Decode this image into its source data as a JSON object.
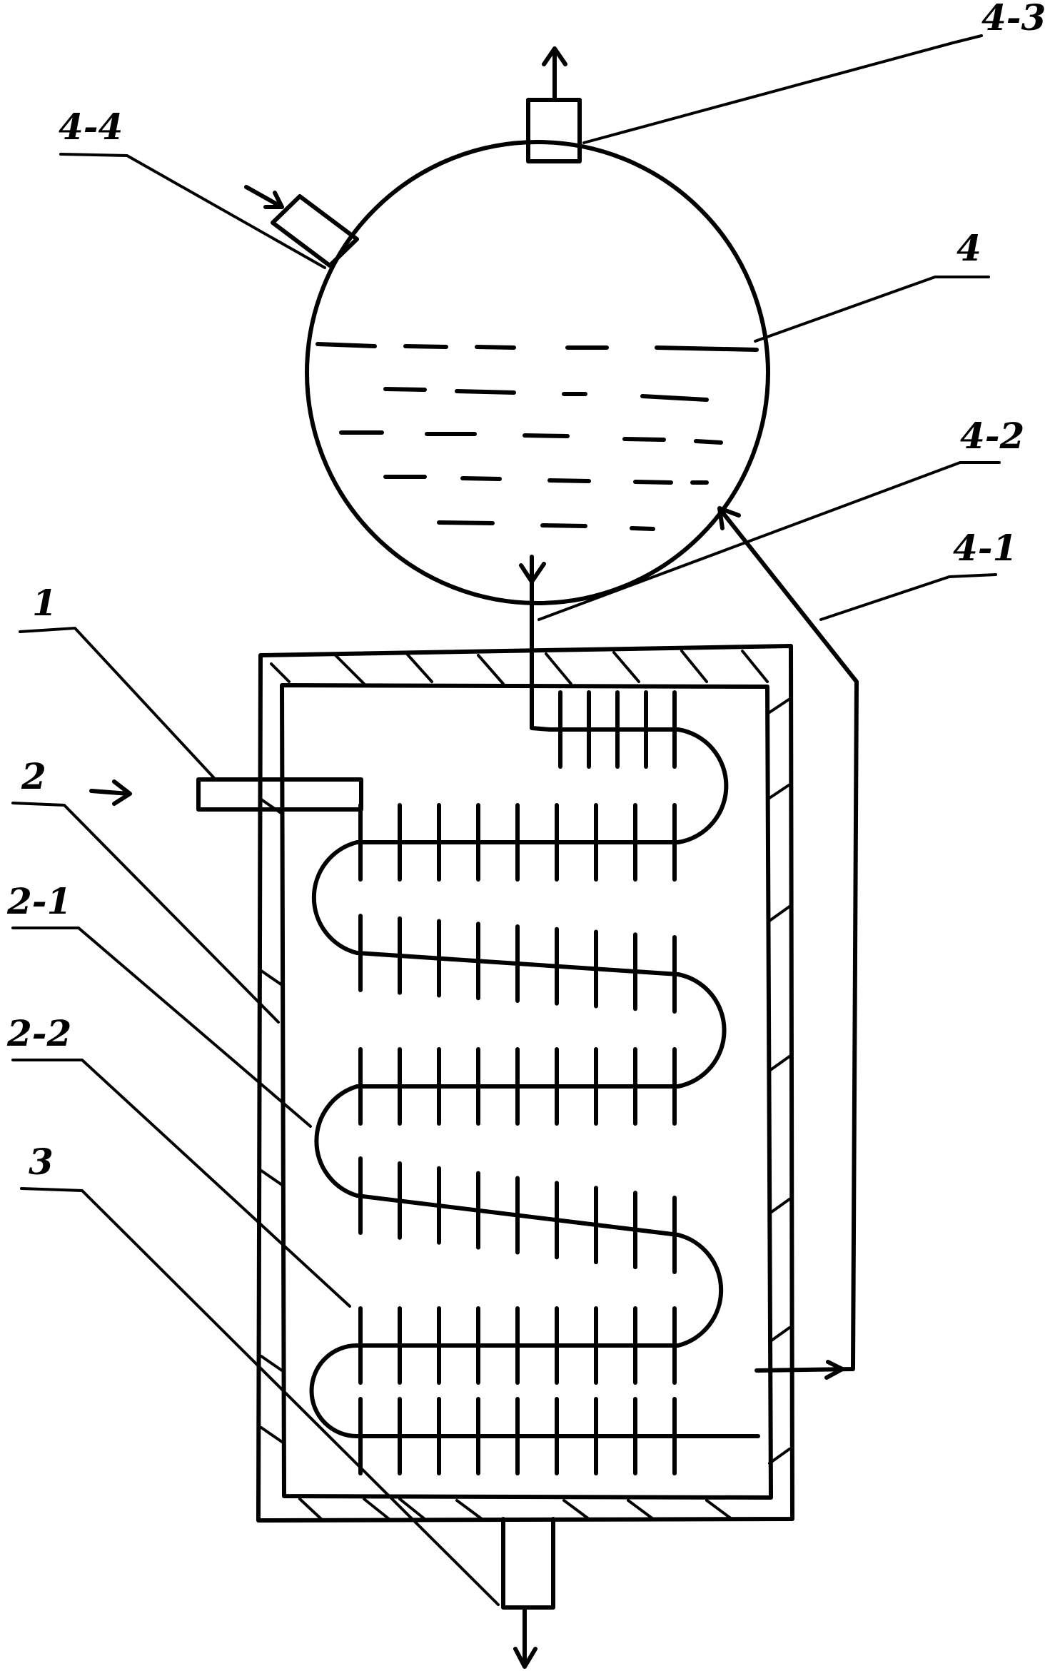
{
  "figure": {
    "labels": {
      "l4_3": "4-3",
      "l4_4": "4-4",
      "l4": "4",
      "l4_2": "4-2",
      "l4_1": "4-1",
      "l1": "1",
      "l2": "2",
      "l2_1": "2-1",
      "l2_2": "2-2",
      "l3": "3"
    },
    "colors": {
      "ink": "#000000",
      "background": "#ffffff"
    }
  }
}
